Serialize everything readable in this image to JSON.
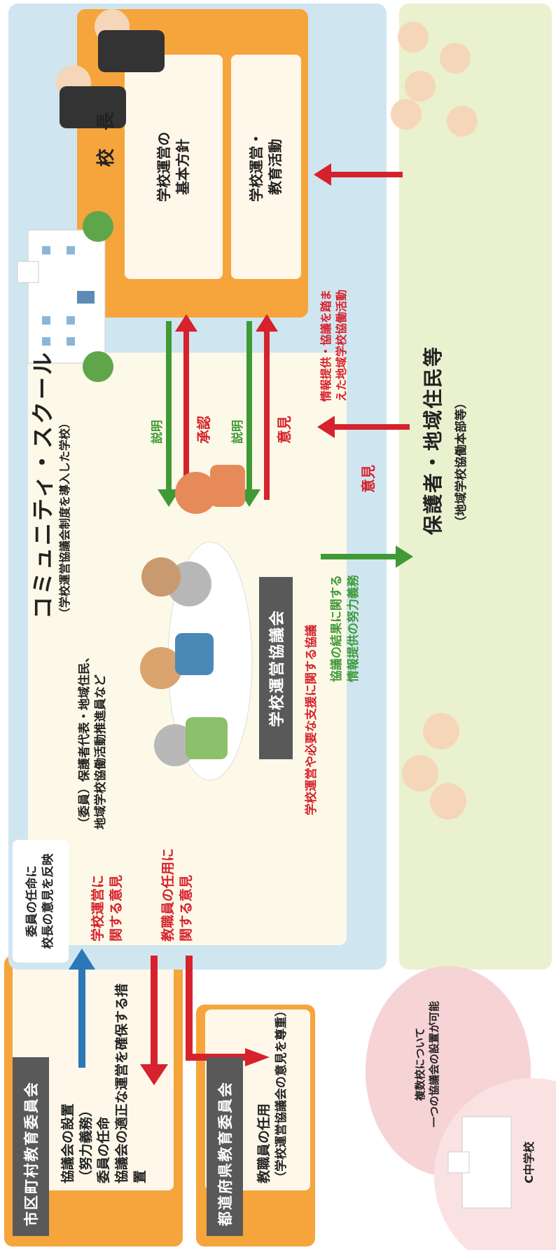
{
  "municipal_board": {
    "title": "市区町村教育委員会",
    "items": [
      "協議会の設置",
      "（努力義務）",
      "委員の任命",
      "協議会の適正な運営を確保する措置"
    ]
  },
  "prefectural_board": {
    "title": "都道府県教育委員会",
    "items": [
      "教職員の任用",
      "（学校運営協議会の意見を尊重）"
    ]
  },
  "reflect_note": [
    "委員の任命に",
    "校長の意見を反映"
  ],
  "arrows_left": {
    "school_op_opinion": [
      "学校運営に",
      "関する意見"
    ],
    "staff_opinion": [
      "教職員の任用に",
      "関する意見"
    ]
  },
  "community_school": {
    "title": "コミュニティ・スクール",
    "subtitle": "（学校運営協議会制度を導入した学校）",
    "members": [
      "（委員）保護者代表・地域住民、",
      "地域学校協働活動推進員など"
    ],
    "council_label": "学校運営協議会",
    "council_desc": "学校運営や必要な支援に関する協議"
  },
  "principal": {
    "title": "校　長",
    "policy": [
      "学校運営の",
      "基本方針"
    ],
    "activities": [
      "学校運営・",
      "教育活動"
    ]
  },
  "flow_labels": {
    "explain_1": "説明",
    "approve": "承認",
    "explain_2": "説明",
    "opinion": "意見"
  },
  "right_labels": {
    "info_red": [
      "情報提供・協議を踏ま",
      "えた地域学校協働活動"
    ],
    "opinion_red": "意見",
    "green_text": [
      "協議の結果に関する",
      "情報提供の努力義務"
    ]
  },
  "residents": {
    "title": "保護者・地域住民等",
    "subtitle": "（地域学校協働本部等）"
  },
  "multi_school": {
    "note": [
      "複数校について",
      "一つの協議会の設置が可能"
    ],
    "school_label": "C中学校"
  },
  "colors": {
    "orange": "#f5a53c",
    "light_blue": "#cfe6f1",
    "cream": "#fdf9e8",
    "green_bg": "#e9f1cf",
    "red": "#d6222c",
    "green": "#3f9a35",
    "blue": "#2a78b5"
  }
}
